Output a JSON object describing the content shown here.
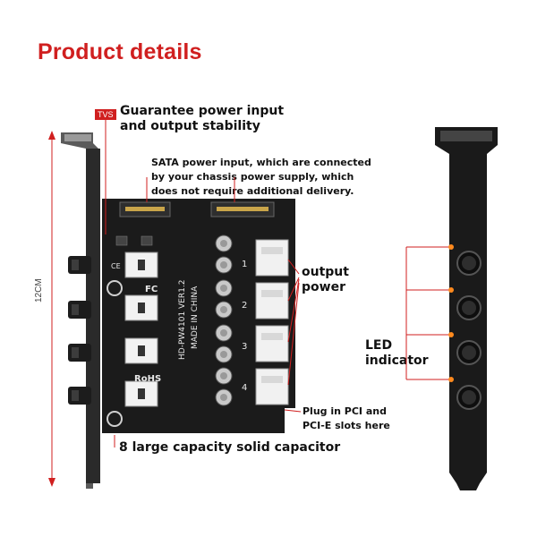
{
  "title": "Product details",
  "tvs_tag": "TVS",
  "callouts": {
    "guarantee": [
      "Guarantee power input",
      "and output stability"
    ],
    "sata": [
      "SATA power input, which are connected",
      "by your chassis power supply, which",
      "does not require additional delivery."
    ],
    "output": [
      "output",
      "power"
    ],
    "led": [
      "LED",
      "indicator"
    ],
    "plug": [
      "Plug in PCI and",
      "PCI-E slots here"
    ],
    "capacitor": "8 large capacity solid capacitor"
  },
  "dimension_label": "12CM",
  "board": {
    "model": "HD-PW4101  VER1.2",
    "origin": "MADE IN CHINA",
    "fc": "FC",
    "ce": "CE",
    "rohs": "RoHS",
    "port_numbers": [
      "1",
      "2",
      "3",
      "4"
    ]
  },
  "colors": {
    "title": "#d01f1f",
    "pcb": "#1b1b1b",
    "bracket": "#111111",
    "callout_line": "#d01f1f",
    "led": "#ff8a1e"
  }
}
